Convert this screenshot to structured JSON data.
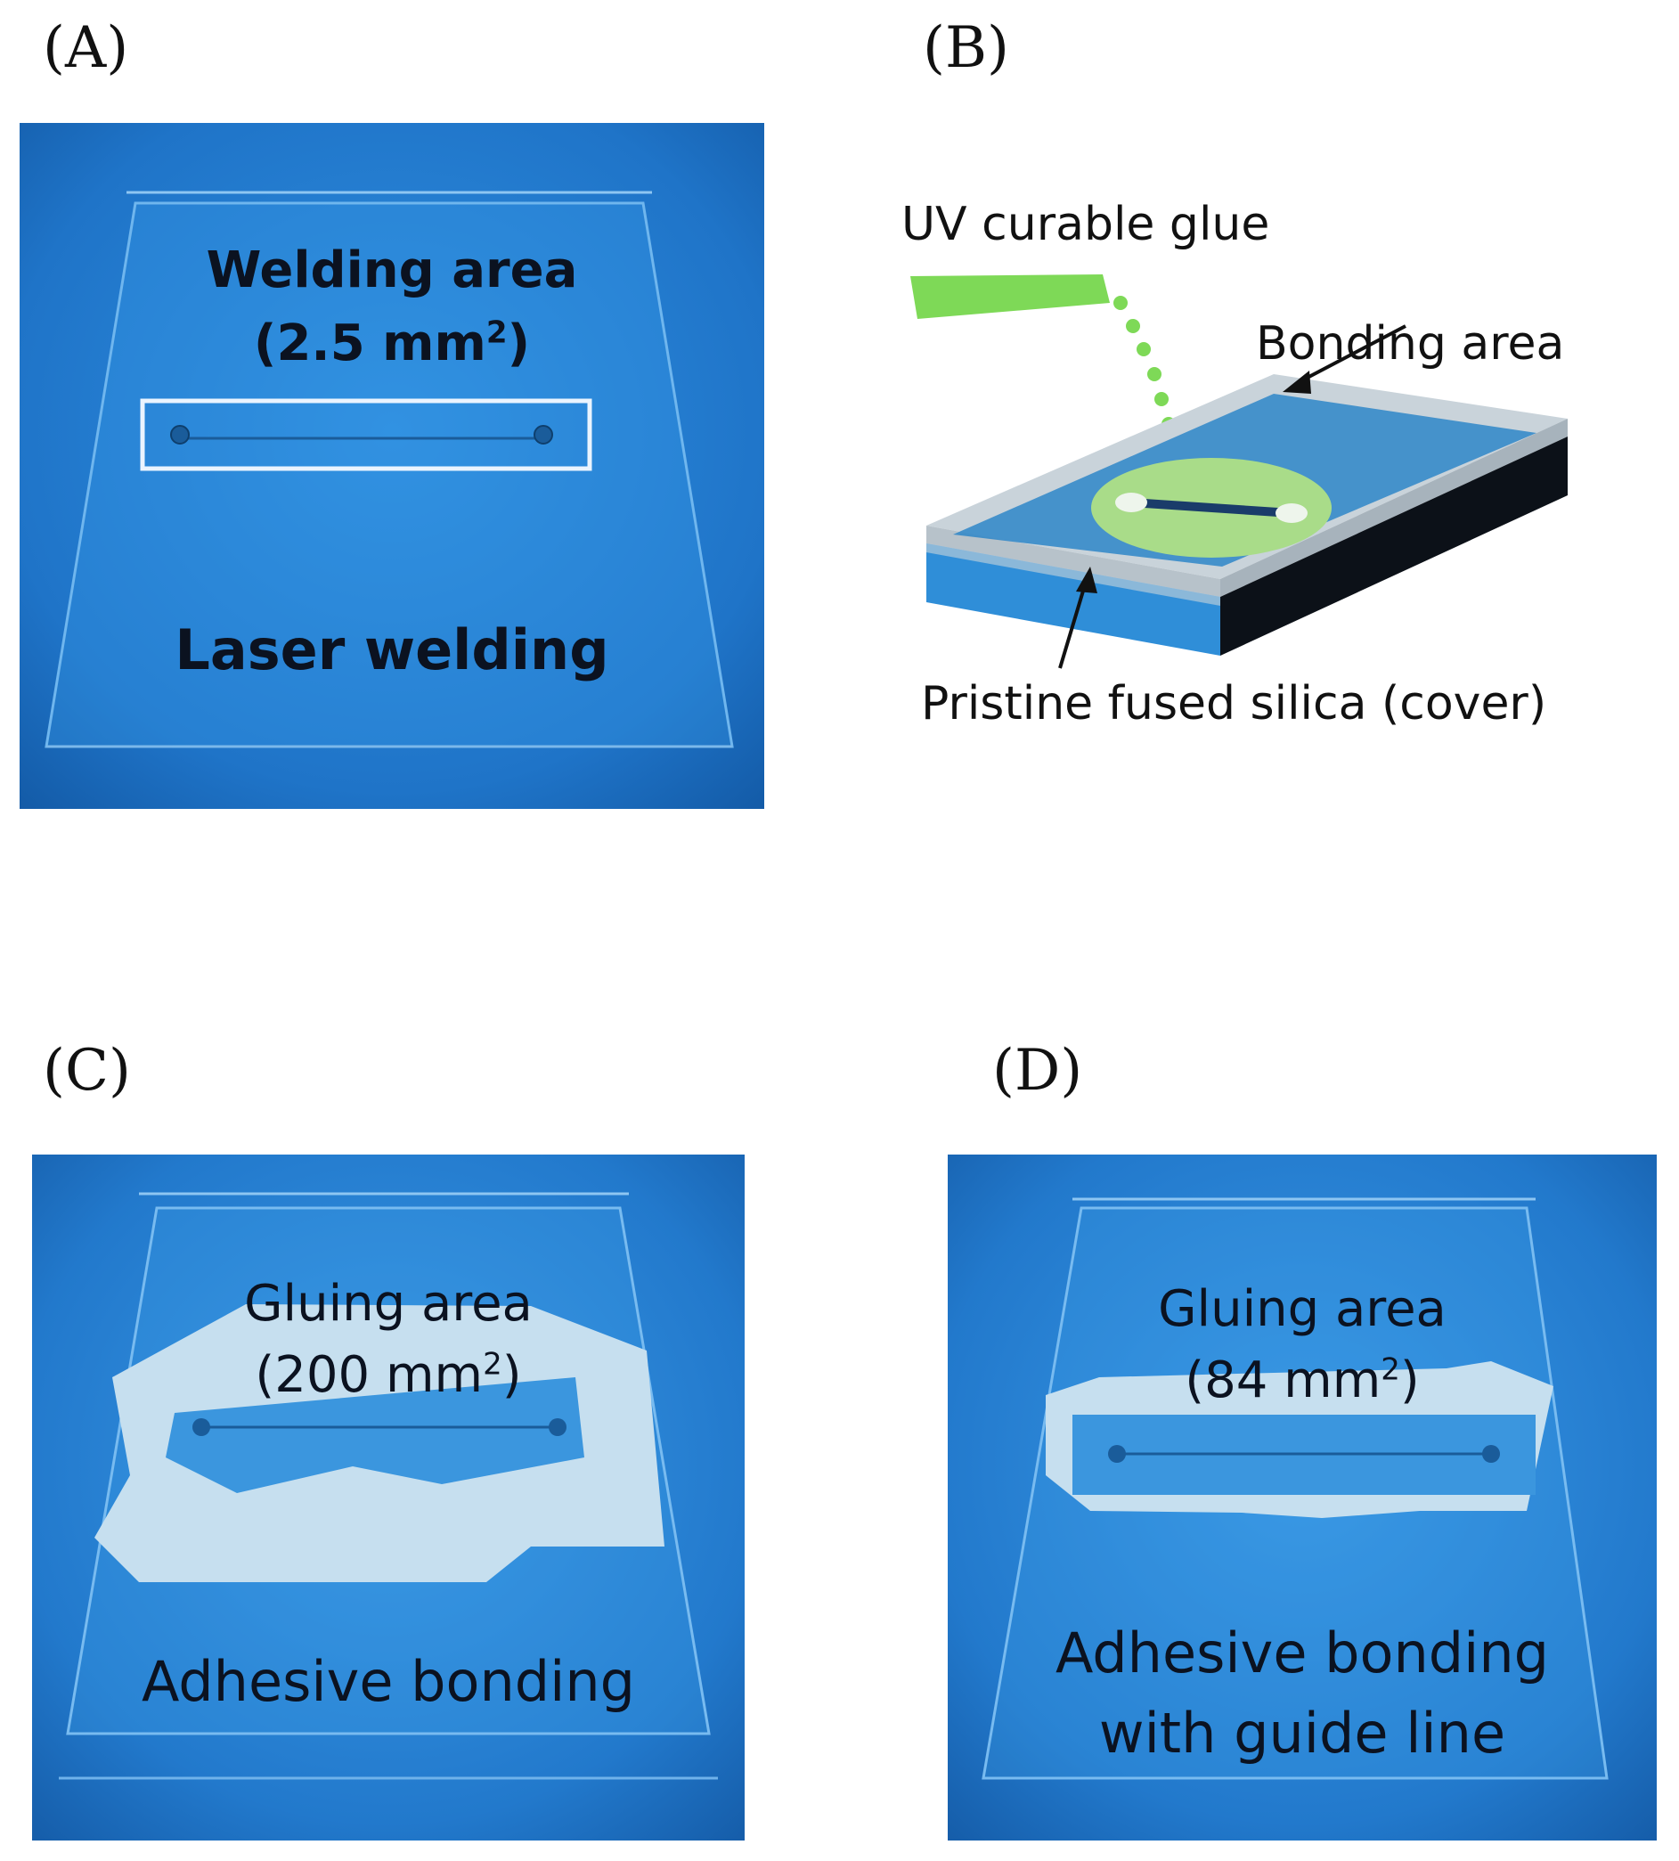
{
  "panels": {
    "a": {
      "letter": "(A)",
      "title_line1": "Welding area",
      "title_line2_pre": "(2.5 mm",
      "title_line2_sup": "2",
      "title_line2_post": ")",
      "method": "Laser welding"
    },
    "b": {
      "letter": "(B)",
      "glue_label": "UV curable glue",
      "bonding_label": "Bonding area",
      "cover_label": "Pristine fused silica (cover)",
      "colors": {
        "glue": "#7ed957",
        "chip": "#2e86c8",
        "cover": "#c9d3da",
        "base": "#0c1118"
      }
    },
    "c": {
      "letter": "(C)",
      "title_line1": "Gluing area",
      "title_line2_pre": "(200 mm",
      "title_line2_sup": "2",
      "title_line2_post": ")",
      "method": "Adhesive bonding"
    },
    "d": {
      "letter": "(D)",
      "title_line1": "Gluing area",
      "title_line2_pre": "(84 mm",
      "title_line2_sup": "2",
      "title_line2_post": ")",
      "method_line1": "Adhesive bonding",
      "method_line2": "with guide line"
    }
  }
}
